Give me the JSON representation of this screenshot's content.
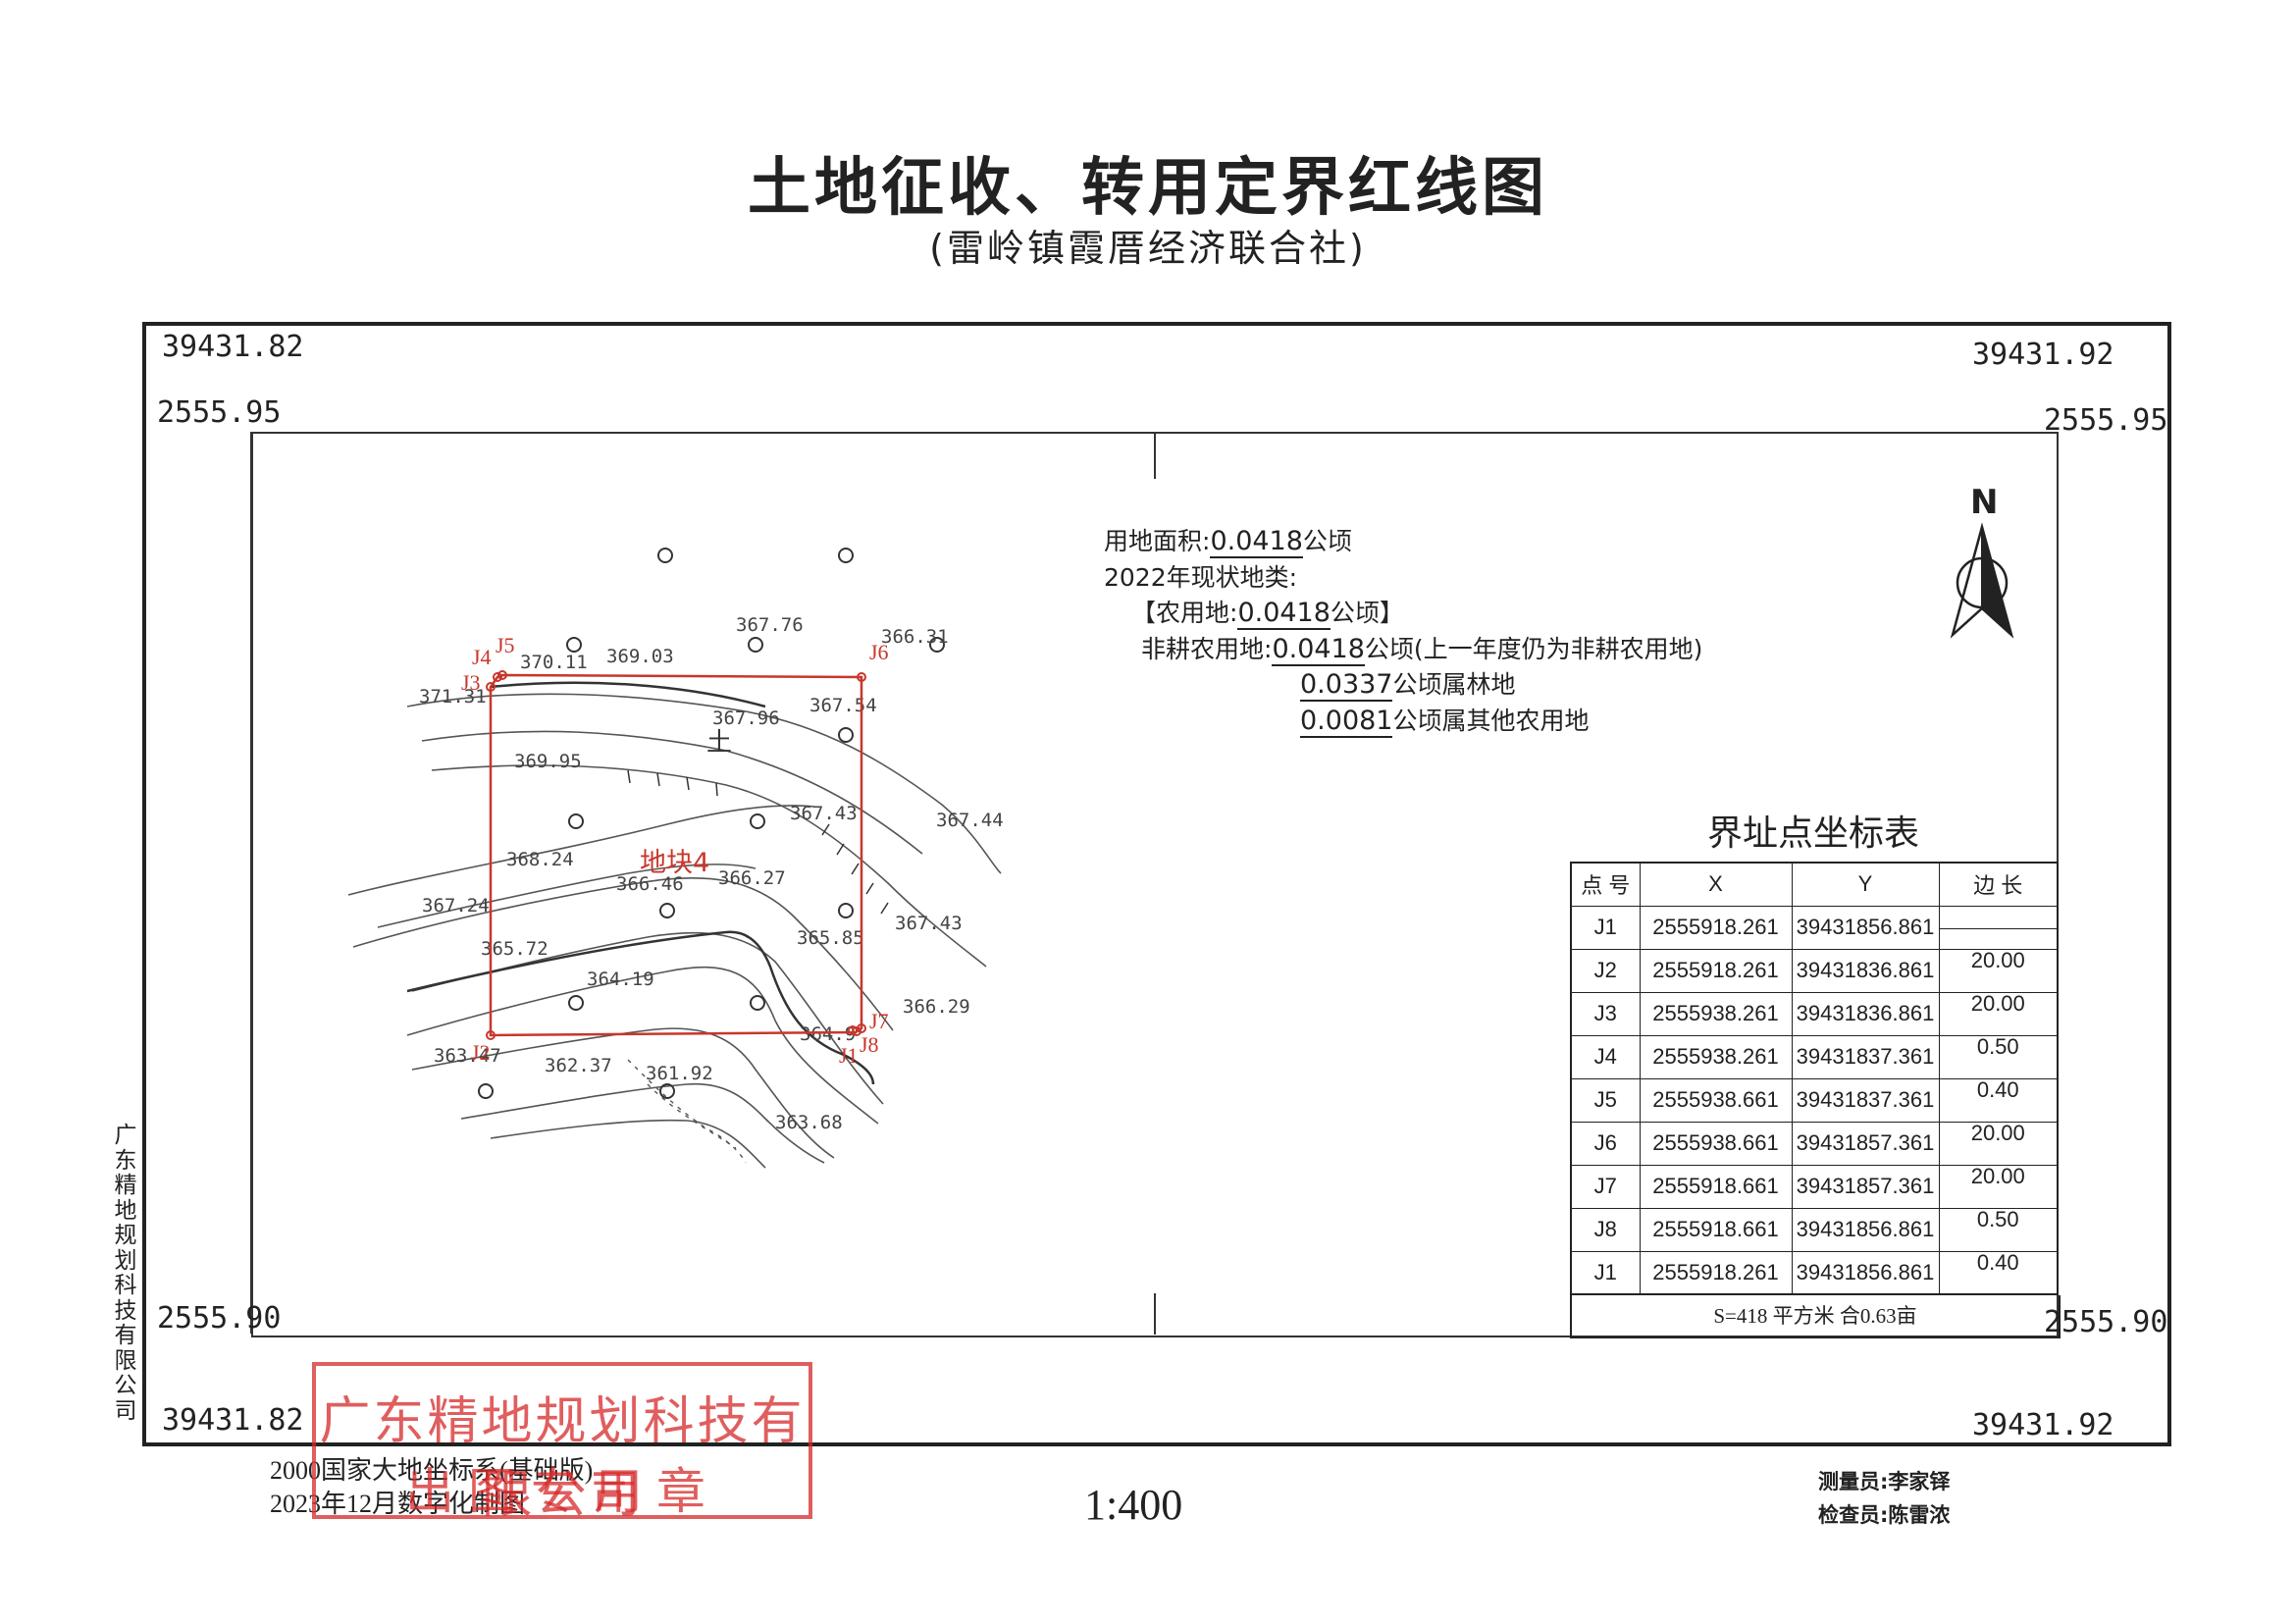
{
  "title": "土地征收、转用定界红线图",
  "subtitle": "(雷岭镇霞厝经济联合社)",
  "frame": {
    "corner_top_left_y": "39431.82",
    "corner_top_right_y": "39431.92",
    "corner_bottom_left_y": "39431.82",
    "corner_bottom_right_y": "39431.92",
    "corner_top_left_x": "2555.95",
    "corner_top_right_x": "2555.95",
    "corner_bottom_left_x": "2555.90",
    "corner_bottom_right_x": "2555.90"
  },
  "land_info": {
    "area_label": "用地面积:",
    "area_value": "0.0418",
    "area_unit": "公顷",
    "status_label": "2022年现状地类:",
    "agri_open": "【农用地:",
    "agri_value": "0.0418",
    "agri_close": "公顷】",
    "nonfarm_label": "非耕农用地:",
    "nonfarm_value": "0.0418",
    "nonfarm_note": "公顷(上一年度仍为非耕农用地)",
    "forest_value": "0.0337",
    "forest_note": "公顷属林地",
    "other_value": "0.0081",
    "other_note": "公顷属其他农用地"
  },
  "north_arrow": {
    "label": "N",
    "icon": "north-arrow-icon"
  },
  "map": {
    "parcel_label": "地块4",
    "terrain_symbol": "土",
    "boundary_color": "#c8372c",
    "boundary_points": [
      "J1",
      "J2",
      "J3",
      "J4",
      "J5",
      "J6",
      "J7",
      "J8"
    ],
    "elevations": [
      "367.76",
      "366.31",
      "370.11",
      "369.03",
      "371.31",
      "367.54",
      "367.96",
      "369.95",
      "367.43",
      "367.44",
      "368.24",
      "366.46",
      "366.27",
      "367.24",
      "367.43",
      "365.85",
      "365.72",
      "364.19",
      "366.29",
      "364.9",
      "363.47",
      "362.37",
      "361.92",
      "363.68"
    ]
  },
  "coord_table": {
    "title": "界址点坐标表",
    "headers": {
      "point": "点 号",
      "x": "X",
      "y": "Y",
      "edge": "边 长"
    },
    "rows": [
      {
        "pt": "J1",
        "x": "2555918.261",
        "y": "39431856.861"
      },
      {
        "pt": "J2",
        "x": "2555918.261",
        "y": "39431836.861"
      },
      {
        "pt": "J3",
        "x": "2555938.261",
        "y": "39431836.861"
      },
      {
        "pt": "J4",
        "x": "2555938.261",
        "y": "39431837.361"
      },
      {
        "pt": "J5",
        "x": "2555938.661",
        "y": "39431837.361"
      },
      {
        "pt": "J6",
        "x": "2555938.661",
        "y": "39431857.361"
      },
      {
        "pt": "J7",
        "x": "2555918.661",
        "y": "39431857.361"
      },
      {
        "pt": "J8",
        "x": "2555918.661",
        "y": "39431856.861"
      },
      {
        "pt": "J1",
        "x": "2555918.261",
        "y": "39431856.861"
      }
    ],
    "edges": [
      "20.00",
      "20.00",
      "0.50",
      "0.40",
      "20.00",
      "20.00",
      "0.50",
      "0.40"
    ],
    "area_summary": "S=418 平方米 合0.63亩"
  },
  "side_company": "广东精地规划科技有限公司",
  "stamp": {
    "name": "广东精地规划科技有限公司",
    "sub": "出图专用章"
  },
  "footer": {
    "coord_system": "2000国家大地坐标系(基础版)",
    "date": "2023年12月数字化制图",
    "scale": "1:400",
    "surveyor": "测量员:李家铎",
    "checker": "检查员:陈雷浓"
  }
}
